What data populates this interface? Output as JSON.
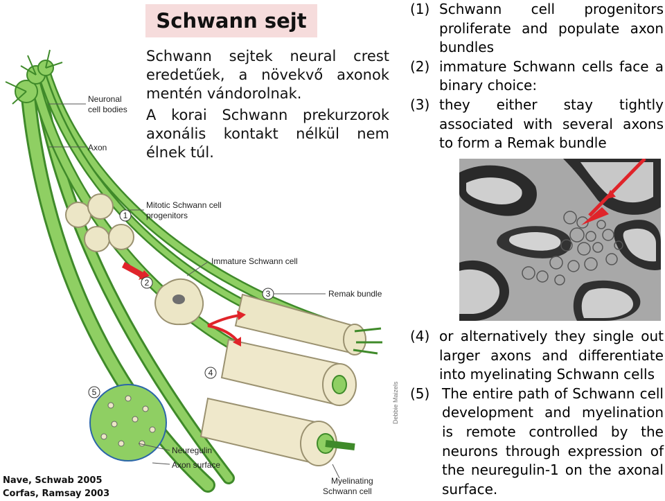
{
  "title": "Schwann sejt",
  "hungarian_text": {
    "paragraph1": "Schwann sejtek neural crest eredetűek, a növekvő axonok mentén vándorolnak.",
    "paragraph2": "A korai Schwann prekurzorok axonális kontakt nélkül nem élnek túl."
  },
  "top_list": [
    {
      "num": "(1)",
      "text": "Schwann cell progenitors proliferate and populate axon bundles"
    },
    {
      "num": "(2)",
      "text": "immature Schwann cells face a binary choice:"
    },
    {
      "num": "(3)",
      "text": "they either stay tightly associated with several axons to form a Remak bundle"
    }
  ],
  "bottom_list": [
    {
      "num": "(4)",
      "text": "or alternatively they single out larger axons and differentiate into myelinating Schwann cells"
    },
    {
      "num": "(5)",
      "text": "The entire path of Schwann cell development and myelination is remote controlled by the neurons through expression of the neuregulin-1 on the axonal surface."
    }
  ],
  "diagram_labels": {
    "neuronal_cell_bodies_1": "Neuronal",
    "neuronal_cell_bodies_2": "cell bodies",
    "axon": "Axon",
    "mitotic_1": "Mitotic Schwann cell",
    "mitotic_2": "progenitors",
    "immature": "Immature Schwann cell",
    "remak": "Remak bundle",
    "neuregulin": "Neuregulin",
    "axon_surface": "Axon surface",
    "myelinating_1": "Myelinating",
    "myelinating_2": "Schwann cell",
    "signature": "Debbie Maizels",
    "step_numbers": [
      "1",
      "2",
      "3",
      "4",
      "5"
    ]
  },
  "credits": {
    "line1": "Nave, Schwab 2005",
    "line2": "Corfas, Ramsay 2003"
  },
  "colors": {
    "axon_green": "#7ec455",
    "axon_dark": "#3f8a2a",
    "schwann_cream": "#ece6c6",
    "arrow_red": "#e0242a",
    "title_bg": "#f6dcdc"
  }
}
